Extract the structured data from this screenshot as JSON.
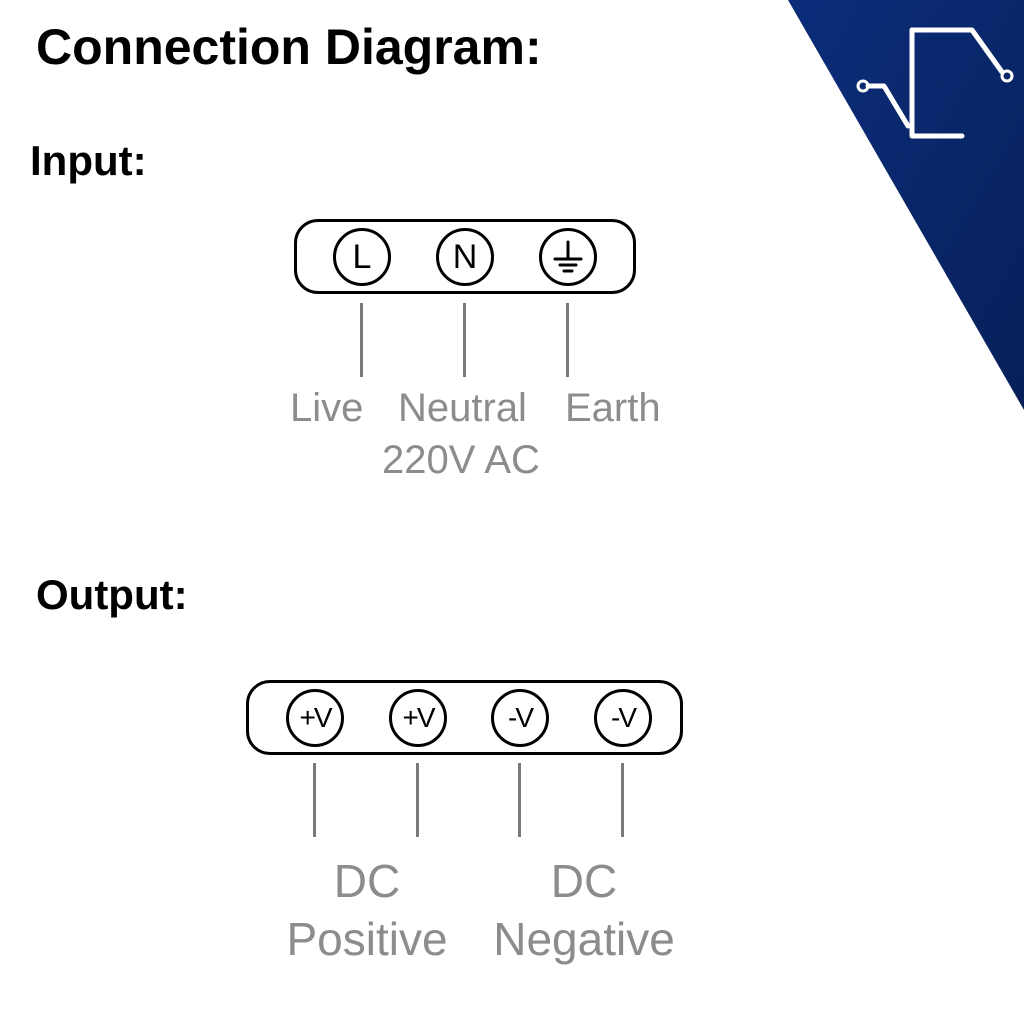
{
  "title": "Connection Diagram:",
  "input": {
    "heading": "Input:",
    "terminals": [
      {
        "symbol": "L",
        "icon": "letter-l"
      },
      {
        "symbol": "N",
        "icon": "letter-n"
      },
      {
        "symbol": "",
        "icon": "earth-ground-icon"
      }
    ],
    "labels": [
      "Live",
      "Neutral",
      "Earth"
    ],
    "voltage": "220V AC"
  },
  "output": {
    "heading": "Output:",
    "terminals": [
      "+V",
      "+V",
      "-V",
      "-V"
    ],
    "positive": {
      "line1": "DC",
      "line2": "Positive"
    },
    "negative": {
      "line1": "DC",
      "line2": "Negative"
    }
  },
  "colors": {
    "corner": "#0b2d7a",
    "corner_dark": "#06184a",
    "ink": "#000000",
    "label": "#8c8c8c",
    "wire": "#7a7a7a"
  }
}
